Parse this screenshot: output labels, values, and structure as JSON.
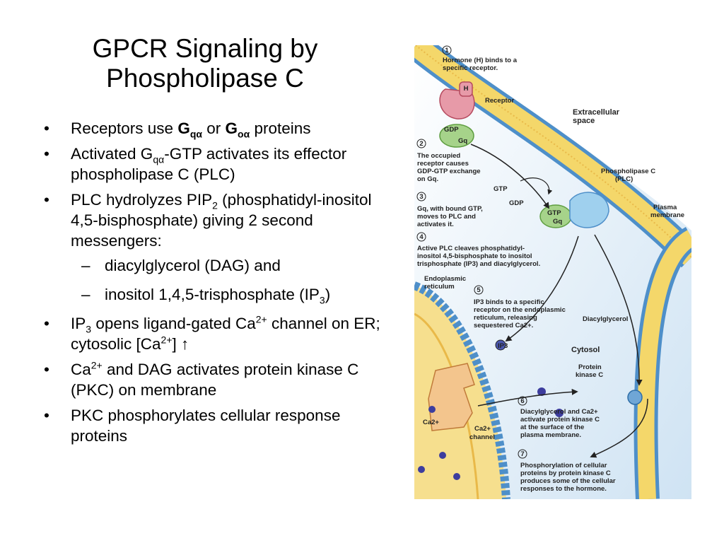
{
  "title": {
    "line1": "GPCR Signaling by",
    "line2": "Phospholipase C"
  },
  "bullets": {
    "b1": {
      "prefix": "Receptors use ",
      "g1": "G",
      "g1_sub": "qα",
      "or": " or ",
      "g2": "G",
      "g2_sub": "oα",
      "suffix": " proteins"
    },
    "b2": {
      "prefix": "Activated G",
      "sub": "qα",
      "suffix": "-GTP activates its effector phospholipase C (PLC)"
    },
    "b3": {
      "prefix": "PLC hydrolyzes PIP",
      "sub": "2",
      "suffix": " (phosphatidyl-inositol 4,5-bisphosphate) giving 2 second messengers:",
      "sub1": "diacylglycerol (DAG) and",
      "sub2_prefix": "inositol 1,4,5-trisphosphate (IP",
      "sub2_sub": "3",
      "sub2_suffix": ")"
    },
    "b4": {
      "p1": "IP",
      "s1": "3",
      "p2": " opens ligand-gated Ca",
      "s2": "2+",
      "p3": " channel on ER; cytosolic [Ca",
      "s3": "2+",
      "p4": "] ↑"
    },
    "b5": {
      "p1": "Ca",
      "s1": "2+",
      "p2": " and DAG activates protein kinase C (PKC) on membrane"
    },
    "b6": {
      "text": "PKC phosphorylates cellular response proteins"
    }
  },
  "figure": {
    "step1_num": "1",
    "step1_l1": "Hormone (H) binds to a",
    "step1_l2": "specific receptor.",
    "h_label": "H",
    "receptor_label": "Receptor",
    "extracellular_l1": "Extracellular",
    "extracellular_l2": "space",
    "gdp_label": "GDP",
    "gq_label1": "Gq",
    "step2_num": "2",
    "step2_l1": "The occupied",
    "step2_l2": "receptor causes",
    "step2_l3": "GDP-GTP exchange",
    "step2_l4": "on Gq.",
    "gtp_label": "GTP",
    "gdp_label2": "GDP",
    "plc_l1": "Phospholipase C",
    "plc_l2": "(PLC)",
    "step3_num": "3",
    "step3_l1": "Gq, with bound GTP,",
    "step3_l2": "moves to PLC and",
    "step3_l3": "activates it.",
    "gtp_label2": "GTP",
    "gq_label2": "Gq",
    "plasma_l1": "Plasma",
    "plasma_l2": "membrane",
    "step4_num": "4",
    "step4_l1": "Active PLC cleaves phosphatidyl-",
    "step4_l2": "inositol 4,5-bisphosphate to inositol",
    "step4_l3": "trisphosphate (IP3) and diacylglycerol.",
    "er_l1": "Endoplasmic",
    "er_l2": "reticulum",
    "step5_num": "5",
    "step5_l1": "IP3 binds to a specific",
    "step5_l2": "receptor on the endoplasmic",
    "step5_l3": "reticulum, releasing",
    "step5_l4": "sequestered Ca2+.",
    "dag_label": "Diacylglycerol",
    "ip3_label": "IP3",
    "cytosol_label": "Cytosol",
    "pkc_l1": "Protein",
    "pkc_l2": "kinase C",
    "step6_num": "6",
    "step6_l1": "Diacylglycerol and Ca2+",
    "step6_l2": "activate protein kinase C",
    "step6_l3": "at the surface of the",
    "step6_l4": "plasma membrane.",
    "ca_label": "Ca2+",
    "cachannel_l1": "Ca2+",
    "cachannel_l2": "channel",
    "step7_num": "7",
    "step7_l1": "Phosphorylation of cellular",
    "step7_l2": "proteins by protein kinase C",
    "step7_l3": "produces some of the cellular",
    "step7_l4": "responses to the hormone."
  }
}
